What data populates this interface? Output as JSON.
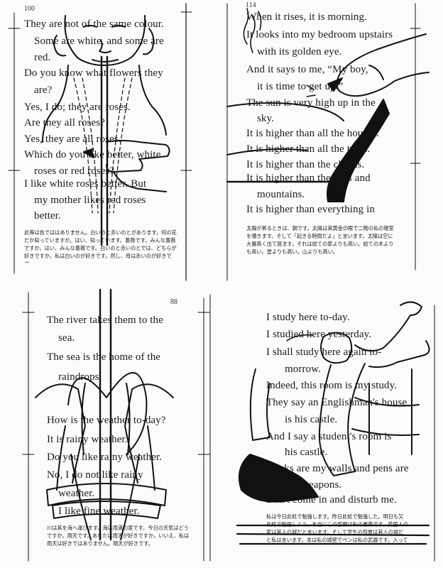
{
  "pages": {
    "top_left": {
      "folio": "100",
      "lines": [
        "They are not of the same colour.",
        "Some are white, and some are",
        "red.",
        "Do you know what flowers they",
        "are?",
        "Yes, I do; they are roses.",
        "Are they all roses?",
        "Yes, they are all roses.",
        "Which do you like better, white",
        "roses or red roses?",
        "I like white roses better.  But",
        "my mother likes red roses",
        "better."
      ],
      "footnote": "此等は色でははありません。白いのと赤いのとがあります。何の花だか知っていますか。はい、知っています。薔薇です。みんな薔薇ですか。はい、みんな薔薇です。白いのと赤いのとでは、どちらが好きですか。私は白いのが好きです。然し、母は赤いのが好きです。"
    },
    "top_right": {
      "folio": "114",
      "lines": [
        "When it rises, it is morning.",
        "It looks into my bedroom upstairs",
        "with its golden eye.",
        "And it says to me, “My boy,",
        "it is time to get up.”",
        "The sun is very high up in the",
        "sky.",
        "It is higher than all the houses.",
        "It is higher than all the trees.",
        "It is higher than the clouds.",
        "It is higher than the hills and",
        "mountains.",
        "It is higher than everything in"
      ],
      "footnote": "太陽が昇るときは、朝です。太陽は其黄金の眼で二階の私の寝室を覗きます。そして「起きる時間だよ」と言います。太陽は空に大層高く出て居ます。それは総ての家よりも高い。総ての木よりも高い。雲よりも高い。山よりも高い。"
    },
    "bottom_left": {
      "folio": "88",
      "lines": [
        "The river takes them to the",
        "sea.",
        "The sea is the home of the",
        "raindrops.",
        "How is the weather to-day?",
        "It is rainy weather.",
        "Do you like rainy weather.",
        "No, I do not like rainy",
        "weather.",
        "I like fine weather."
      ],
      "footnote": "川は其を海へ運びます。海は雨滴の家です。今日の天気はどうですか。雨天です。あなたは雨天が好きですか。いいえ、私は雨天は好きではありません。晴天が好きです。"
    },
    "bottom_right": {
      "lines": [
        "I study here to-day.",
        "I studied here yesterday.",
        "I shall study here again to-",
        "morrow.",
        "Indeed, this room is my study.",
        "They say an Englishman's house",
        "is his castle.",
        "And I say a student's room is",
        "his castle.",
        "Books are my walls and pens are",
        "my weapons.",
        "Don't come in and disturb me."
      ],
      "footnote": "私は今日此処で勉強します。昨日此処で勉強した。明日も又此処で勉強しよう。本当にこの部屋は私の書斎です。英国人の家は其人の城だと言います。そして学生の部屋は其人の城だと私は言います。本は私の城壁でペンは私の武器です。入って来て私を邪魔してはいけません。"
    }
  }
}
